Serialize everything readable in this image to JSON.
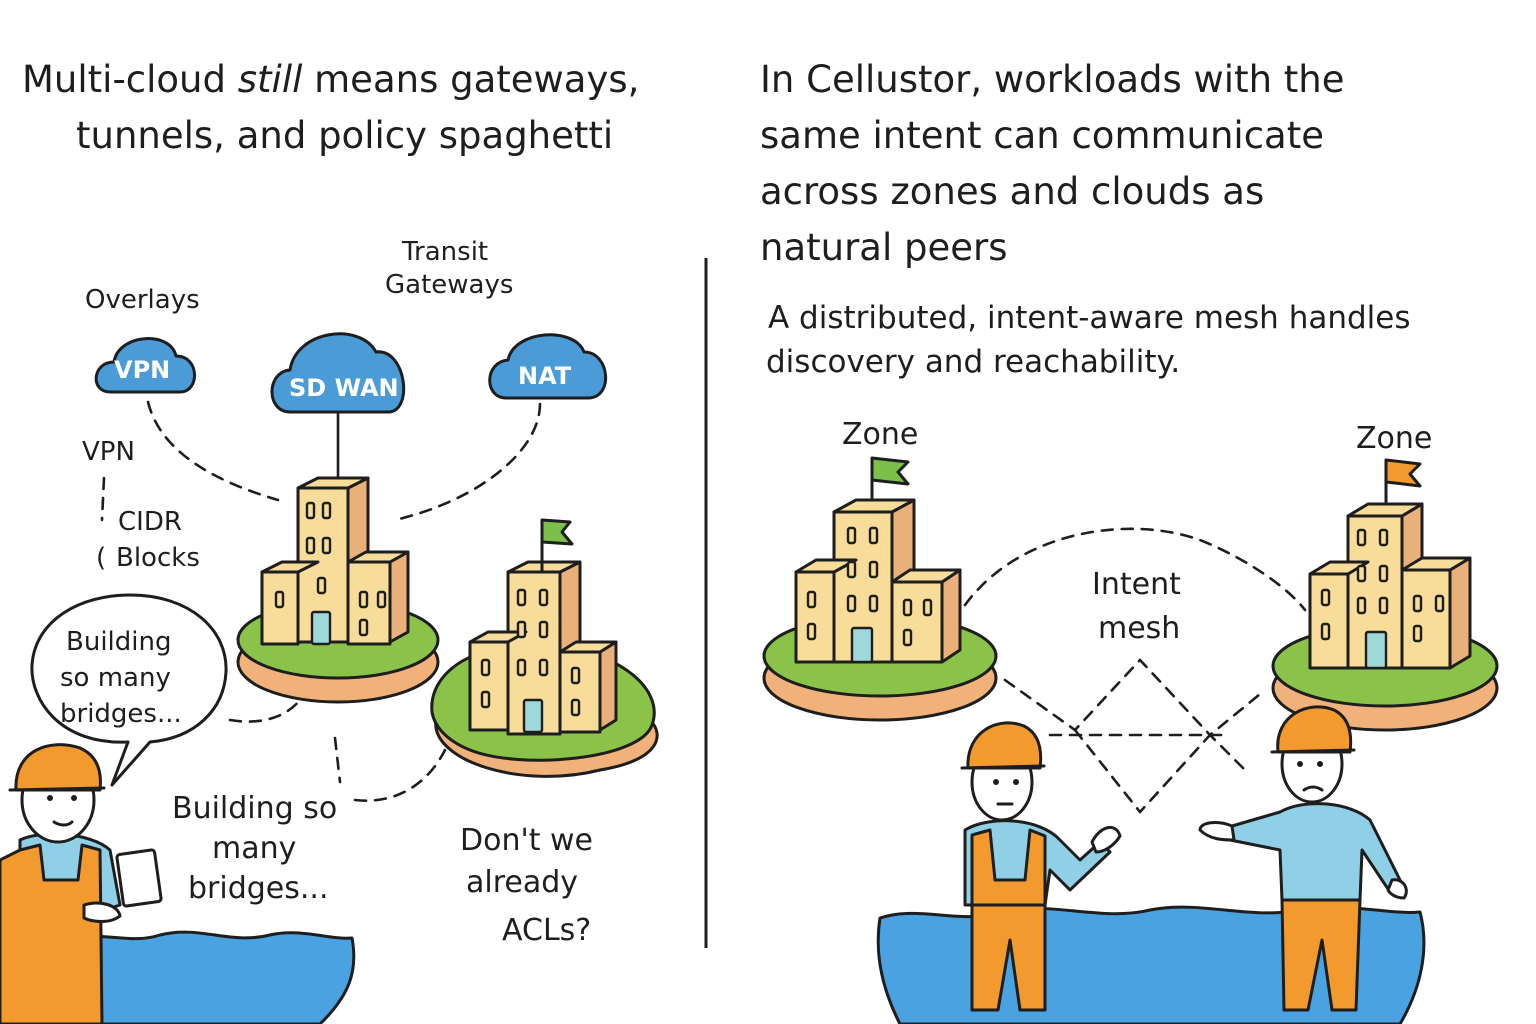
{
  "left_panel": {
    "title_line1_a": "Multi-cloud ",
    "title_line1_em": "still",
    "title_line1_b": " means gateways,",
    "title_line2": "tunnels, and policy spaghetti",
    "overlays_label": "Overlays",
    "transit_line1": "Transit",
    "transit_line2": "Gateways",
    "cloud_vpn": "VPN",
    "cloud_sdwan": "SD WAN",
    "cloud_nat": "NAT",
    "vpn_label": "VPN",
    "cidr_line1": "CIDR",
    "cidr_line2": "Blocks",
    "bubble_line1": "Building",
    "bubble_line2": "so many",
    "bubble_line3": "bridges...",
    "bridges_line1": "Building so",
    "bridges_line2": "many",
    "bridges_line3": "bridges...",
    "acl_line1": "Don't we",
    "acl_line2": "already",
    "acl_line3": "ACLs?"
  },
  "right_panel": {
    "title_line1": "In Cellustor, workloads with the",
    "title_line2": "same intent can communicate",
    "title_line3": "across zones and clouds as",
    "title_line4": "natural peers",
    "sub_line1": "A distributed, intent-aware mesh handles",
    "sub_line2": "discovery and reachability.",
    "zone_left": "Zone",
    "zone_right": "Zone",
    "mesh_line1": "Intent",
    "mesh_line2": "mesh"
  },
  "colors": {
    "cloud": "#4a9bd6",
    "building": "#f7dc9a",
    "building_side": "#eab07a",
    "grass": "#8bc34a",
    "earth": "#f0b27a",
    "water": "#4aa3e0",
    "vest": "#f39a2e",
    "shirt": "#8fd0e6",
    "flag_green": "#7cc04a",
    "flag_orange": "#f39a2e"
  }
}
